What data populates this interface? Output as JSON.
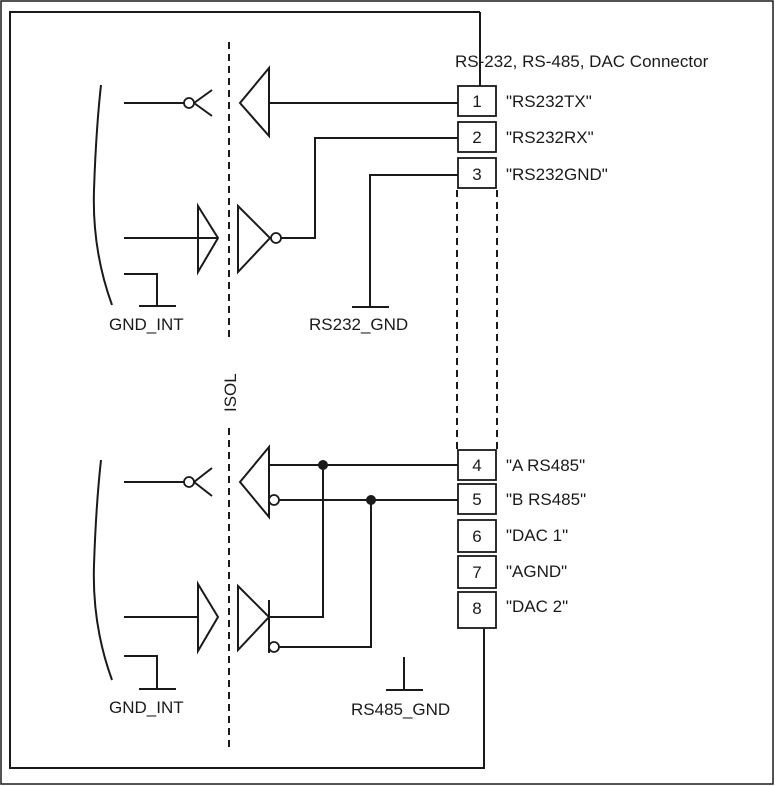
{
  "connector": {
    "title": "RS-232, RS-485, DAC Connector",
    "pins": [
      {
        "number": "1",
        "signal": "\"RS232TX\""
      },
      {
        "number": "2",
        "signal": "\"RS232RX\""
      },
      {
        "number": "3",
        "signal": "\"RS232GND\""
      },
      {
        "number": "4",
        "signal": "\"A RS485\""
      },
      {
        "number": "5",
        "signal": "\"B RS485\""
      },
      {
        "number": "6",
        "signal": "\"DAC 1\""
      },
      {
        "number": "7",
        "signal": "\"AGND\""
      },
      {
        "number": "8",
        "signal": "\"DAC 2\""
      }
    ]
  },
  "labels": {
    "gnd_int_top": "GND_INT",
    "gnd_int_bottom": "GND_INT",
    "rs232_gnd": "RS232_GND",
    "rs485_gnd": "RS485_GND",
    "isol": "ISOL"
  }
}
